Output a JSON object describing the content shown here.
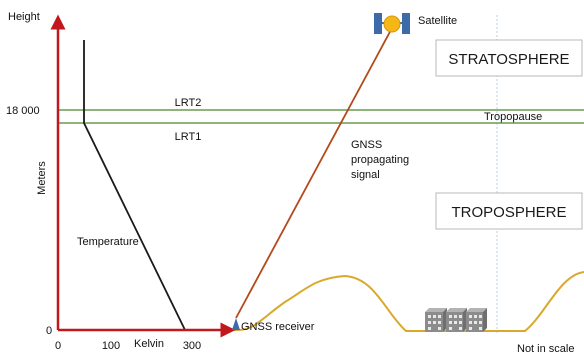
{
  "axes": {
    "y_title": "Height",
    "y_unit": "Meters",
    "y_tick_top": "18 000",
    "y_tick_zero": "0",
    "x_ticks": [
      "0",
      "100",
      "300"
    ],
    "x_unit": "Kelvin",
    "not_in_scale": "Not in scale"
  },
  "labels": {
    "satellite": "Satellite",
    "stratosphere": "STRATOSPHERE",
    "troposphere": "TROPOSPHERE",
    "lrt2": "LRT2",
    "lrt1": "LRT1",
    "tropopause": "Tropopause",
    "gnss_signal": [
      "GNSS",
      "propagating",
      "signal"
    ],
    "temperature": "Temperature",
    "gnss_receiver": "GNSS receiver"
  },
  "colors": {
    "axis": "#c0181c",
    "tropopause_line": "#8eb37c",
    "signal": "#b24a1c",
    "terrain": "#d9a92e",
    "temperature": "#1a1a1a",
    "satellite_body": "#f5b716",
    "satellite_panel": "#3d6aa8",
    "receiver": "#3d6aa8",
    "box_border": "#b8b8b8",
    "building": "#8c8c8c"
  }
}
